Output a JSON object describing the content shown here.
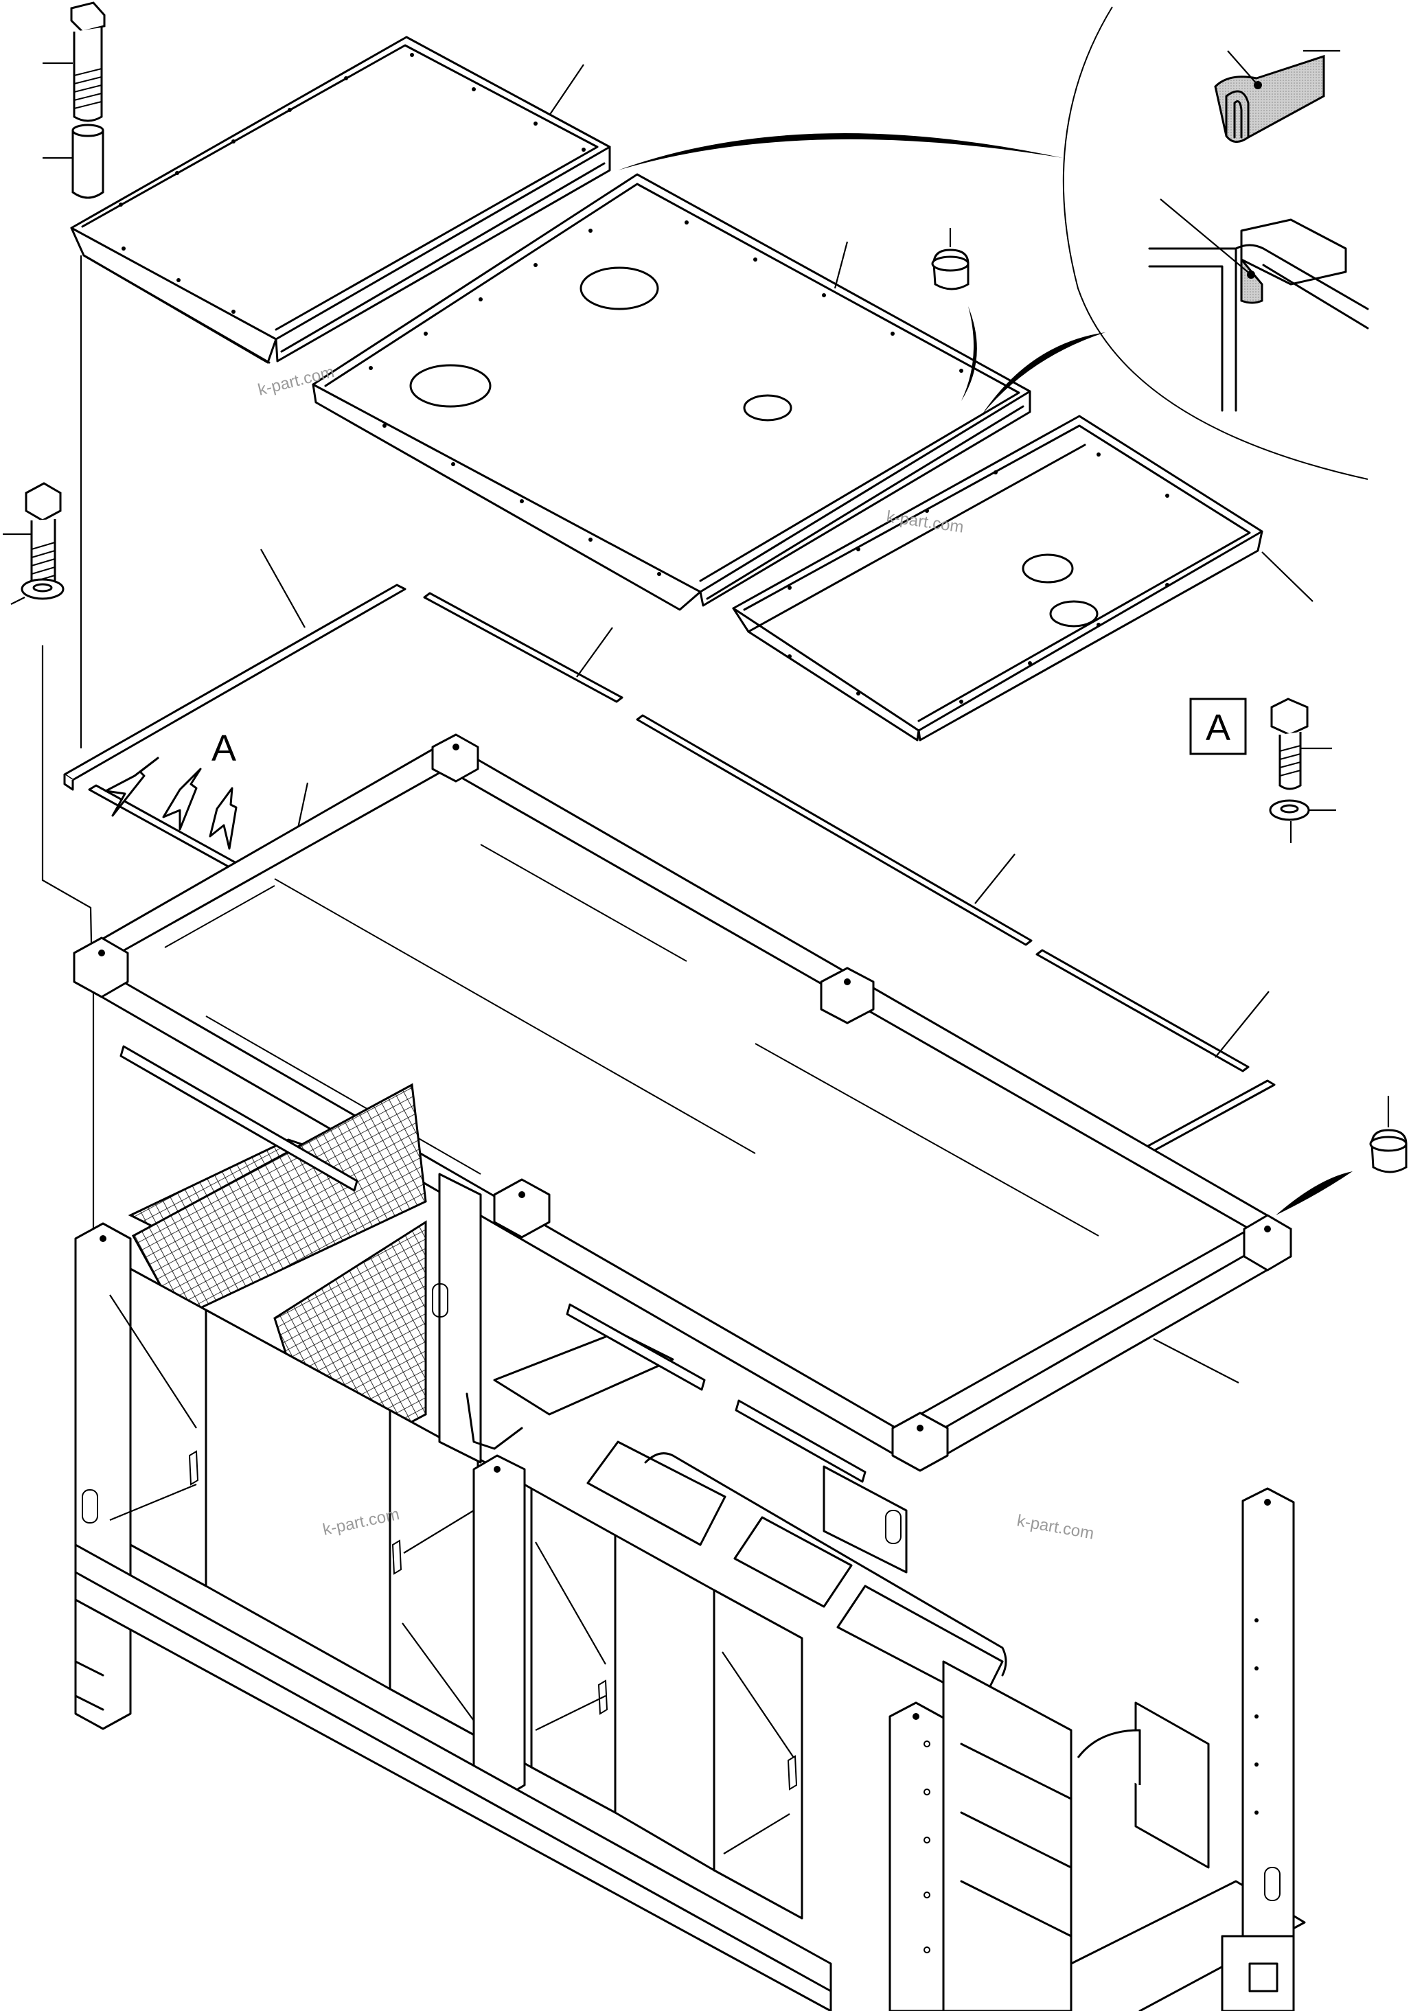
{
  "diagram": {
    "callouts": {
      "upper_left": "A",
      "right_box": "A",
      "lower_middle": "A"
    },
    "watermarks": [
      "k-part.com",
      "k-part.com",
      "k-part.com",
      "k-part.com"
    ]
  }
}
